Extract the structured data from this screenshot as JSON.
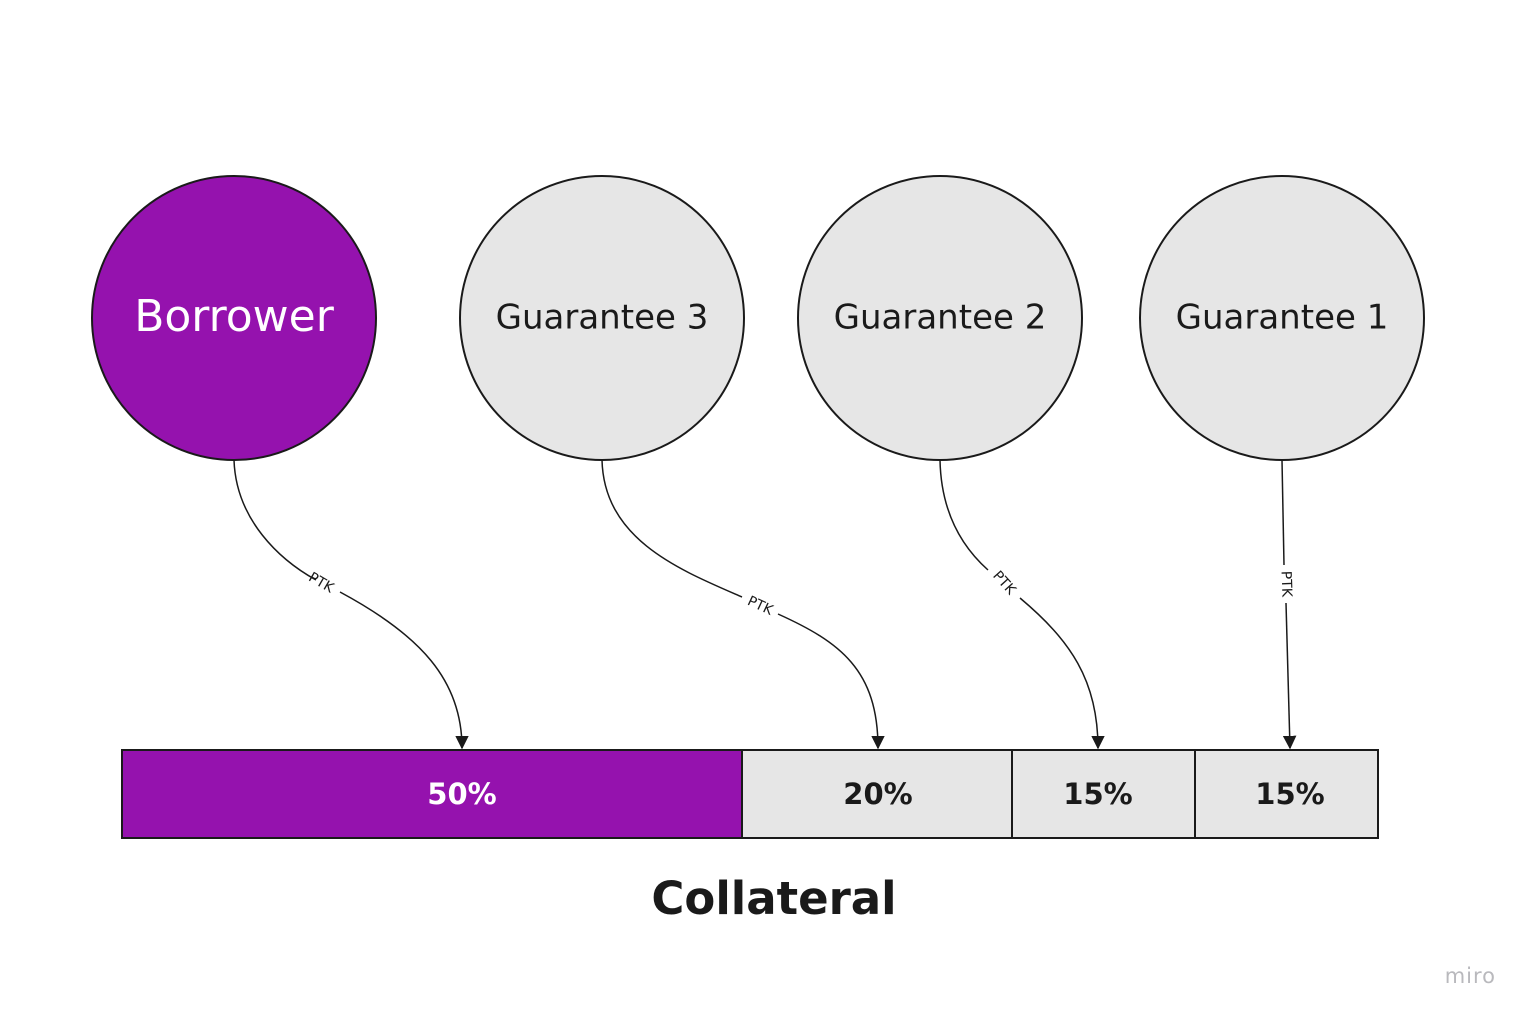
{
  "colors": {
    "borrower": "#9512AE",
    "guarantee": "#E6E6E6",
    "stroke": "#1a1a1a",
    "light_text": "#ffffff",
    "dark_text": "#1a1a1a"
  },
  "nodes": [
    {
      "id": "borrower",
      "label": "Borrower",
      "kind": "borrower"
    },
    {
      "id": "guarantee-3",
      "label": "Guarantee 3",
      "kind": "guarantee"
    },
    {
      "id": "guarantee-2",
      "label": "Guarantee 2",
      "kind": "guarantee"
    },
    {
      "id": "guarantee-1",
      "label": "Guarantee 1",
      "kind": "guarantee"
    }
  ],
  "edges": [
    {
      "from": "borrower",
      "to": "segment-50",
      "label": "PTK"
    },
    {
      "from": "guarantee-3",
      "to": "segment-20",
      "label": "PTK"
    },
    {
      "from": "guarantee-2",
      "to": "segment-15a",
      "label": "PTK"
    },
    {
      "from": "guarantee-1",
      "to": "segment-15b",
      "label": "PTK"
    }
  ],
  "collateral": {
    "title": "Collateral",
    "segments": [
      {
        "id": "segment-50",
        "label": "50%",
        "share": 50,
        "kind": "borrower"
      },
      {
        "id": "segment-20",
        "label": "20%",
        "share": 20,
        "kind": "guarantee"
      },
      {
        "id": "segment-15a",
        "label": "15%",
        "share": 15,
        "kind": "guarantee"
      },
      {
        "id": "segment-15b",
        "label": "15%",
        "share": 15,
        "kind": "guarantee"
      }
    ]
  },
  "watermark": "miro"
}
